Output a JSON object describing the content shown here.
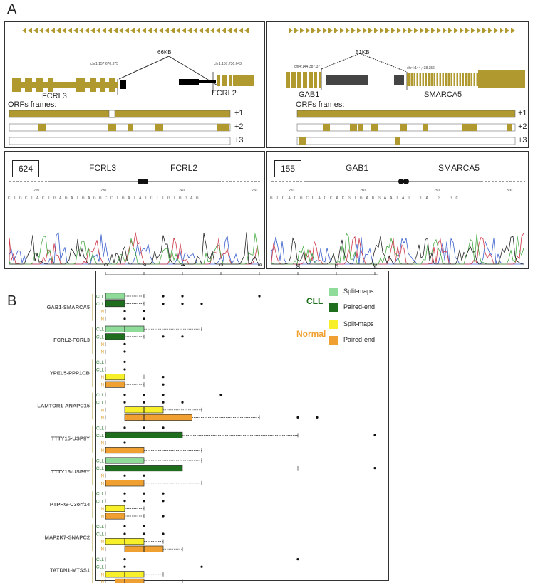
{
  "panel_a": {
    "letter": "A",
    "left": {
      "distance": "66KB",
      "coord_left": "chr1:157,670,375",
      "coord_right": "chr1:157,736,643",
      "gene_left": "FCRL3",
      "gene_right": "FCRL2",
      "orf_title": "ORFs frames:",
      "frames": [
        "+1",
        "+2",
        "+3"
      ]
    },
    "right": {
      "distance": "51KB",
      "coord_left": "chr4:144,387,377",
      "coord_right": "chr4:144,438,356",
      "gene_left": "GAB1",
      "gene_right": "SMARCA5",
      "orf_title": "ORFs frames:",
      "frames": [
        "+1",
        "+2",
        "+3"
      ]
    },
    "seq_left": {
      "count": "624",
      "gene_left": "FCRL3",
      "gene_right": "FCRL2",
      "ticks": [
        "220",
        "230",
        "240",
        "250"
      ],
      "bases": "CTGCTACTGAGATGAGGCCTGATATCTTGTGGAG"
    },
    "seq_right": {
      "count": "155",
      "gene_left": "GAB1",
      "gene_right": "SMARCA5",
      "ticks": [
        "270",
        "280",
        "290",
        "300"
      ],
      "bases": "GTCACGCCACCACGTGAGGAATATTTATGTGC"
    }
  },
  "panel_b": {
    "letter": "B",
    "legend": {
      "cll_title": "CLL",
      "normal_title": "Normal",
      "items": [
        {
          "label": "Split-maps",
          "group": "CLL",
          "color": "#8fdc9a"
        },
        {
          "label": "Paired-end",
          "group": "CLL",
          "color": "#1e6e1e"
        },
        {
          "label": "Split-maps",
          "group": "Normal",
          "color": "#f7ef2a"
        },
        {
          "label": "Paired-end",
          "group": "Normal",
          "color": "#f0a030"
        }
      ]
    },
    "colors": {
      "cll_label": "#2e7d32",
      "normal_label": "#e0a030",
      "bracket": "#b09a30"
    }
  },
  "chart_data": {
    "type": "boxplot",
    "orientation": "horizontal",
    "xlim": [
      0,
      15
    ],
    "x_ticks": [
      "0",
      "2",
      "4",
      "6",
      "8",
      "10",
      "12",
      "14"
    ],
    "groups": [
      {
        "name": "GAB1-SMARCA5",
        "rows": [
          {
            "label": "CLL",
            "kind": "cll-split",
            "q1": 0,
            "med": 0,
            "q3": 1,
            "whisker": 2,
            "outliers": [
              3,
              4,
              8
            ]
          },
          {
            "label": "CLL",
            "kind": "cll-paired",
            "q1": 0,
            "med": 0,
            "q3": 1,
            "whisker": 2,
            "outliers": [
              3,
              4,
              5
            ]
          },
          {
            "label": "N",
            "kind": "none",
            "q1": 0,
            "med": 0,
            "q3": 0,
            "whisker": 0,
            "outliers": [
              1,
              2
            ]
          },
          {
            "label": "N",
            "kind": "none",
            "q1": 0,
            "med": 0,
            "q3": 0,
            "whisker": 0,
            "outliers": [
              1,
              2
            ]
          }
        ]
      },
      {
        "name": "FCRL2-FCRL3",
        "rows": [
          {
            "label": "CLL",
            "kind": "cll-split",
            "q1": 0,
            "med": 1,
            "q3": 2,
            "whisker": 5,
            "outliers": []
          },
          {
            "label": "CLL",
            "kind": "cll-paired",
            "q1": 0,
            "med": 0,
            "q3": 1,
            "whisker": 2,
            "outliers": [
              3,
              4
            ]
          },
          {
            "label": "N",
            "kind": "none",
            "q1": 0,
            "med": 0,
            "q3": 0,
            "whisker": 0,
            "outliers": [
              1
            ]
          },
          {
            "label": "N",
            "kind": "none",
            "q1": 0,
            "med": 0,
            "q3": 0,
            "whisker": 0,
            "outliers": [
              1
            ]
          }
        ]
      },
      {
        "name": "YPEL5-PPP1CB",
        "rows": [
          {
            "label": "CLL",
            "kind": "none",
            "q1": 0,
            "med": 0,
            "q3": 0,
            "whisker": 0,
            "outliers": [
              1
            ]
          },
          {
            "label": "CLL",
            "kind": "none",
            "q1": 0,
            "med": 0,
            "q3": 0,
            "whisker": 0,
            "outliers": [
              1
            ]
          },
          {
            "label": "N",
            "kind": "n-split",
            "q1": 0,
            "med": 0,
            "q3": 1,
            "whisker": 2,
            "outliers": [
              3
            ]
          },
          {
            "label": "N",
            "kind": "n-paired",
            "q1": 0,
            "med": 0,
            "q3": 1,
            "whisker": 2,
            "outliers": [
              3
            ]
          }
        ]
      },
      {
        "name": "LAMTOR1-ANAPC15",
        "rows": [
          {
            "label": "CLL",
            "kind": "none",
            "q1": 0,
            "med": 0,
            "q3": 0,
            "whisker": 0,
            "outliers": [
              1,
              2,
              3,
              6
            ]
          },
          {
            "label": "CLL",
            "kind": "none",
            "q1": 0,
            "med": 0,
            "q3": 0,
            "whisker": 0,
            "outliers": [
              1,
              2,
              3,
              4
            ]
          },
          {
            "label": "N",
            "kind": "n-split",
            "q1": 1,
            "med": 2,
            "q3": 3,
            "whisker": 5,
            "outliers": []
          },
          {
            "label": "N",
            "kind": "n-paired",
            "q1": 1,
            "med": 2,
            "q3": 4.5,
            "whisker": 8,
            "outliers": [
              10,
              11
            ]
          }
        ]
      },
      {
        "name": "TTTY15-USP9Y",
        "rows": [
          {
            "label": "CLL",
            "kind": "none",
            "q1": 0,
            "med": 0,
            "q3": 0,
            "whisker": 0,
            "outliers": [
              1,
              2,
              3
            ]
          },
          {
            "label": "CLL",
            "kind": "cll-paired",
            "q1": 0,
            "med": 0,
            "q3": 4,
            "whisker": 10,
            "outliers": [
              14
            ]
          },
          {
            "label": "N",
            "kind": "none",
            "q1": 0,
            "med": 0,
            "q3": 0,
            "whisker": 0,
            "outliers": [
              1
            ]
          },
          {
            "label": "N",
            "kind": "n-paired",
            "q1": 0,
            "med": 0,
            "q3": 2,
            "whisker": 5,
            "outliers": []
          }
        ]
      },
      {
        "name": "TTTY15-USP9Y",
        "rows": [
          {
            "label": "CLL",
            "kind": "cll-split",
            "q1": 0,
            "med": 0,
            "q3": 2,
            "whisker": 5,
            "outliers": []
          },
          {
            "label": "CLL",
            "kind": "cll-paired",
            "q1": 0,
            "med": 0,
            "q3": 4,
            "whisker": 10,
            "outliers": [
              14
            ]
          },
          {
            "label": "N",
            "kind": "none",
            "q1": 0,
            "med": 0,
            "q3": 0,
            "whisker": 0,
            "outliers": [
              1,
              2
            ]
          },
          {
            "label": "N",
            "kind": "n-paired",
            "q1": 0,
            "med": 0,
            "q3": 2,
            "whisker": 5,
            "outliers": []
          }
        ]
      },
      {
        "name": "PTPRG-C3orf14",
        "rows": [
          {
            "label": "CLL",
            "kind": "none",
            "q1": 0,
            "med": 0,
            "q3": 0,
            "whisker": 0,
            "outliers": [
              1,
              2,
              3
            ]
          },
          {
            "label": "CLL",
            "kind": "none",
            "q1": 0,
            "med": 0,
            "q3": 0,
            "whisker": 0,
            "outliers": [
              1,
              2,
              3
            ]
          },
          {
            "label": "N",
            "kind": "n-split",
            "q1": 0,
            "med": 0,
            "q3": 1,
            "whisker": 2,
            "outliers": []
          },
          {
            "label": "N",
            "kind": "n-paired",
            "q1": 0,
            "med": 0,
            "q3": 1,
            "whisker": 2,
            "outliers": [
              3
            ]
          }
        ]
      },
      {
        "name": "MAP2K7-SNAPC2",
        "rows": [
          {
            "label": "CLL",
            "kind": "none",
            "q1": 0,
            "med": 0,
            "q3": 0,
            "whisker": 0,
            "outliers": [
              1,
              2
            ]
          },
          {
            "label": "CLL",
            "kind": "none",
            "q1": 0,
            "med": 0,
            "q3": 0,
            "whisker": 0,
            "outliers": [
              1,
              2,
              3
            ]
          },
          {
            "label": "N",
            "kind": "n-split",
            "q1": 0,
            "med": 1,
            "q3": 2,
            "whisker": 3,
            "outliers": []
          },
          {
            "label": "N",
            "kind": "n-paired",
            "q1": 1,
            "med": 2,
            "q3": 3,
            "whisker": 4,
            "outliers": []
          }
        ]
      },
      {
        "name": "TATDN1-MTSS1",
        "rows": [
          {
            "label": "CLL",
            "kind": "none",
            "q1": 0,
            "med": 0,
            "q3": 0,
            "whisker": 0,
            "outliers": [
              1,
              10
            ]
          },
          {
            "label": "CLL",
            "kind": "none",
            "q1": 0,
            "med": 0,
            "q3": 0,
            "whisker": 0,
            "outliers": [
              1,
              5
            ]
          },
          {
            "label": "N",
            "kind": "n-split",
            "q1": 0,
            "med": 1,
            "q3": 2,
            "whisker": 3,
            "outliers": []
          },
          {
            "label": "N",
            "kind": "n-paired",
            "q1": 0.5,
            "med": 1,
            "q3": 2,
            "whisker": 4,
            "outliers": []
          }
        ]
      }
    ]
  }
}
